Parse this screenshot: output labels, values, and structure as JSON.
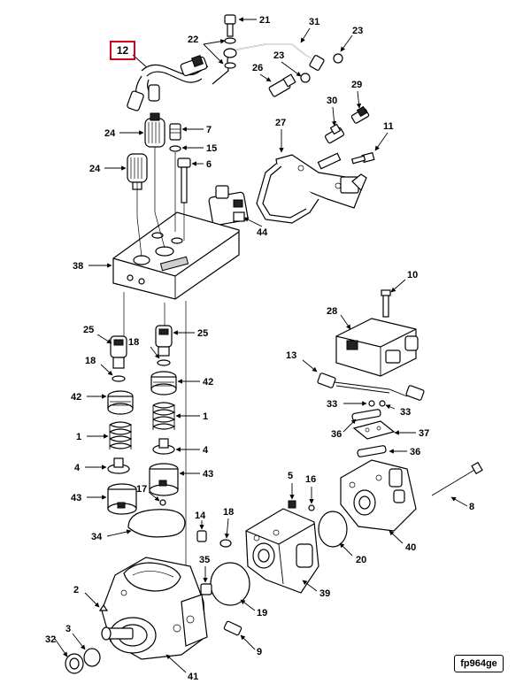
{
  "diagram": {
    "highlighted_callout": "12",
    "reference_code": "fp964ge",
    "callouts": [
      "21",
      "31",
      "22",
      "23",
      "26",
      "23",
      "29",
      "30",
      "27",
      "11",
      "24",
      "7",
      "15",
      "6",
      "24",
      "44",
      "38",
      "10",
      "28",
      "25",
      "18",
      "25",
      "18",
      "42",
      "42",
      "1",
      "13",
      "33",
      "33",
      "1",
      "4",
      "36",
      "37",
      "36",
      "4",
      "43",
      "43",
      "17",
      "5",
      "16",
      "8",
      "34",
      "14",
      "18",
      "35",
      "40",
      "20",
      "2",
      "19",
      "39",
      "3",
      "9",
      "32",
      "41"
    ]
  }
}
